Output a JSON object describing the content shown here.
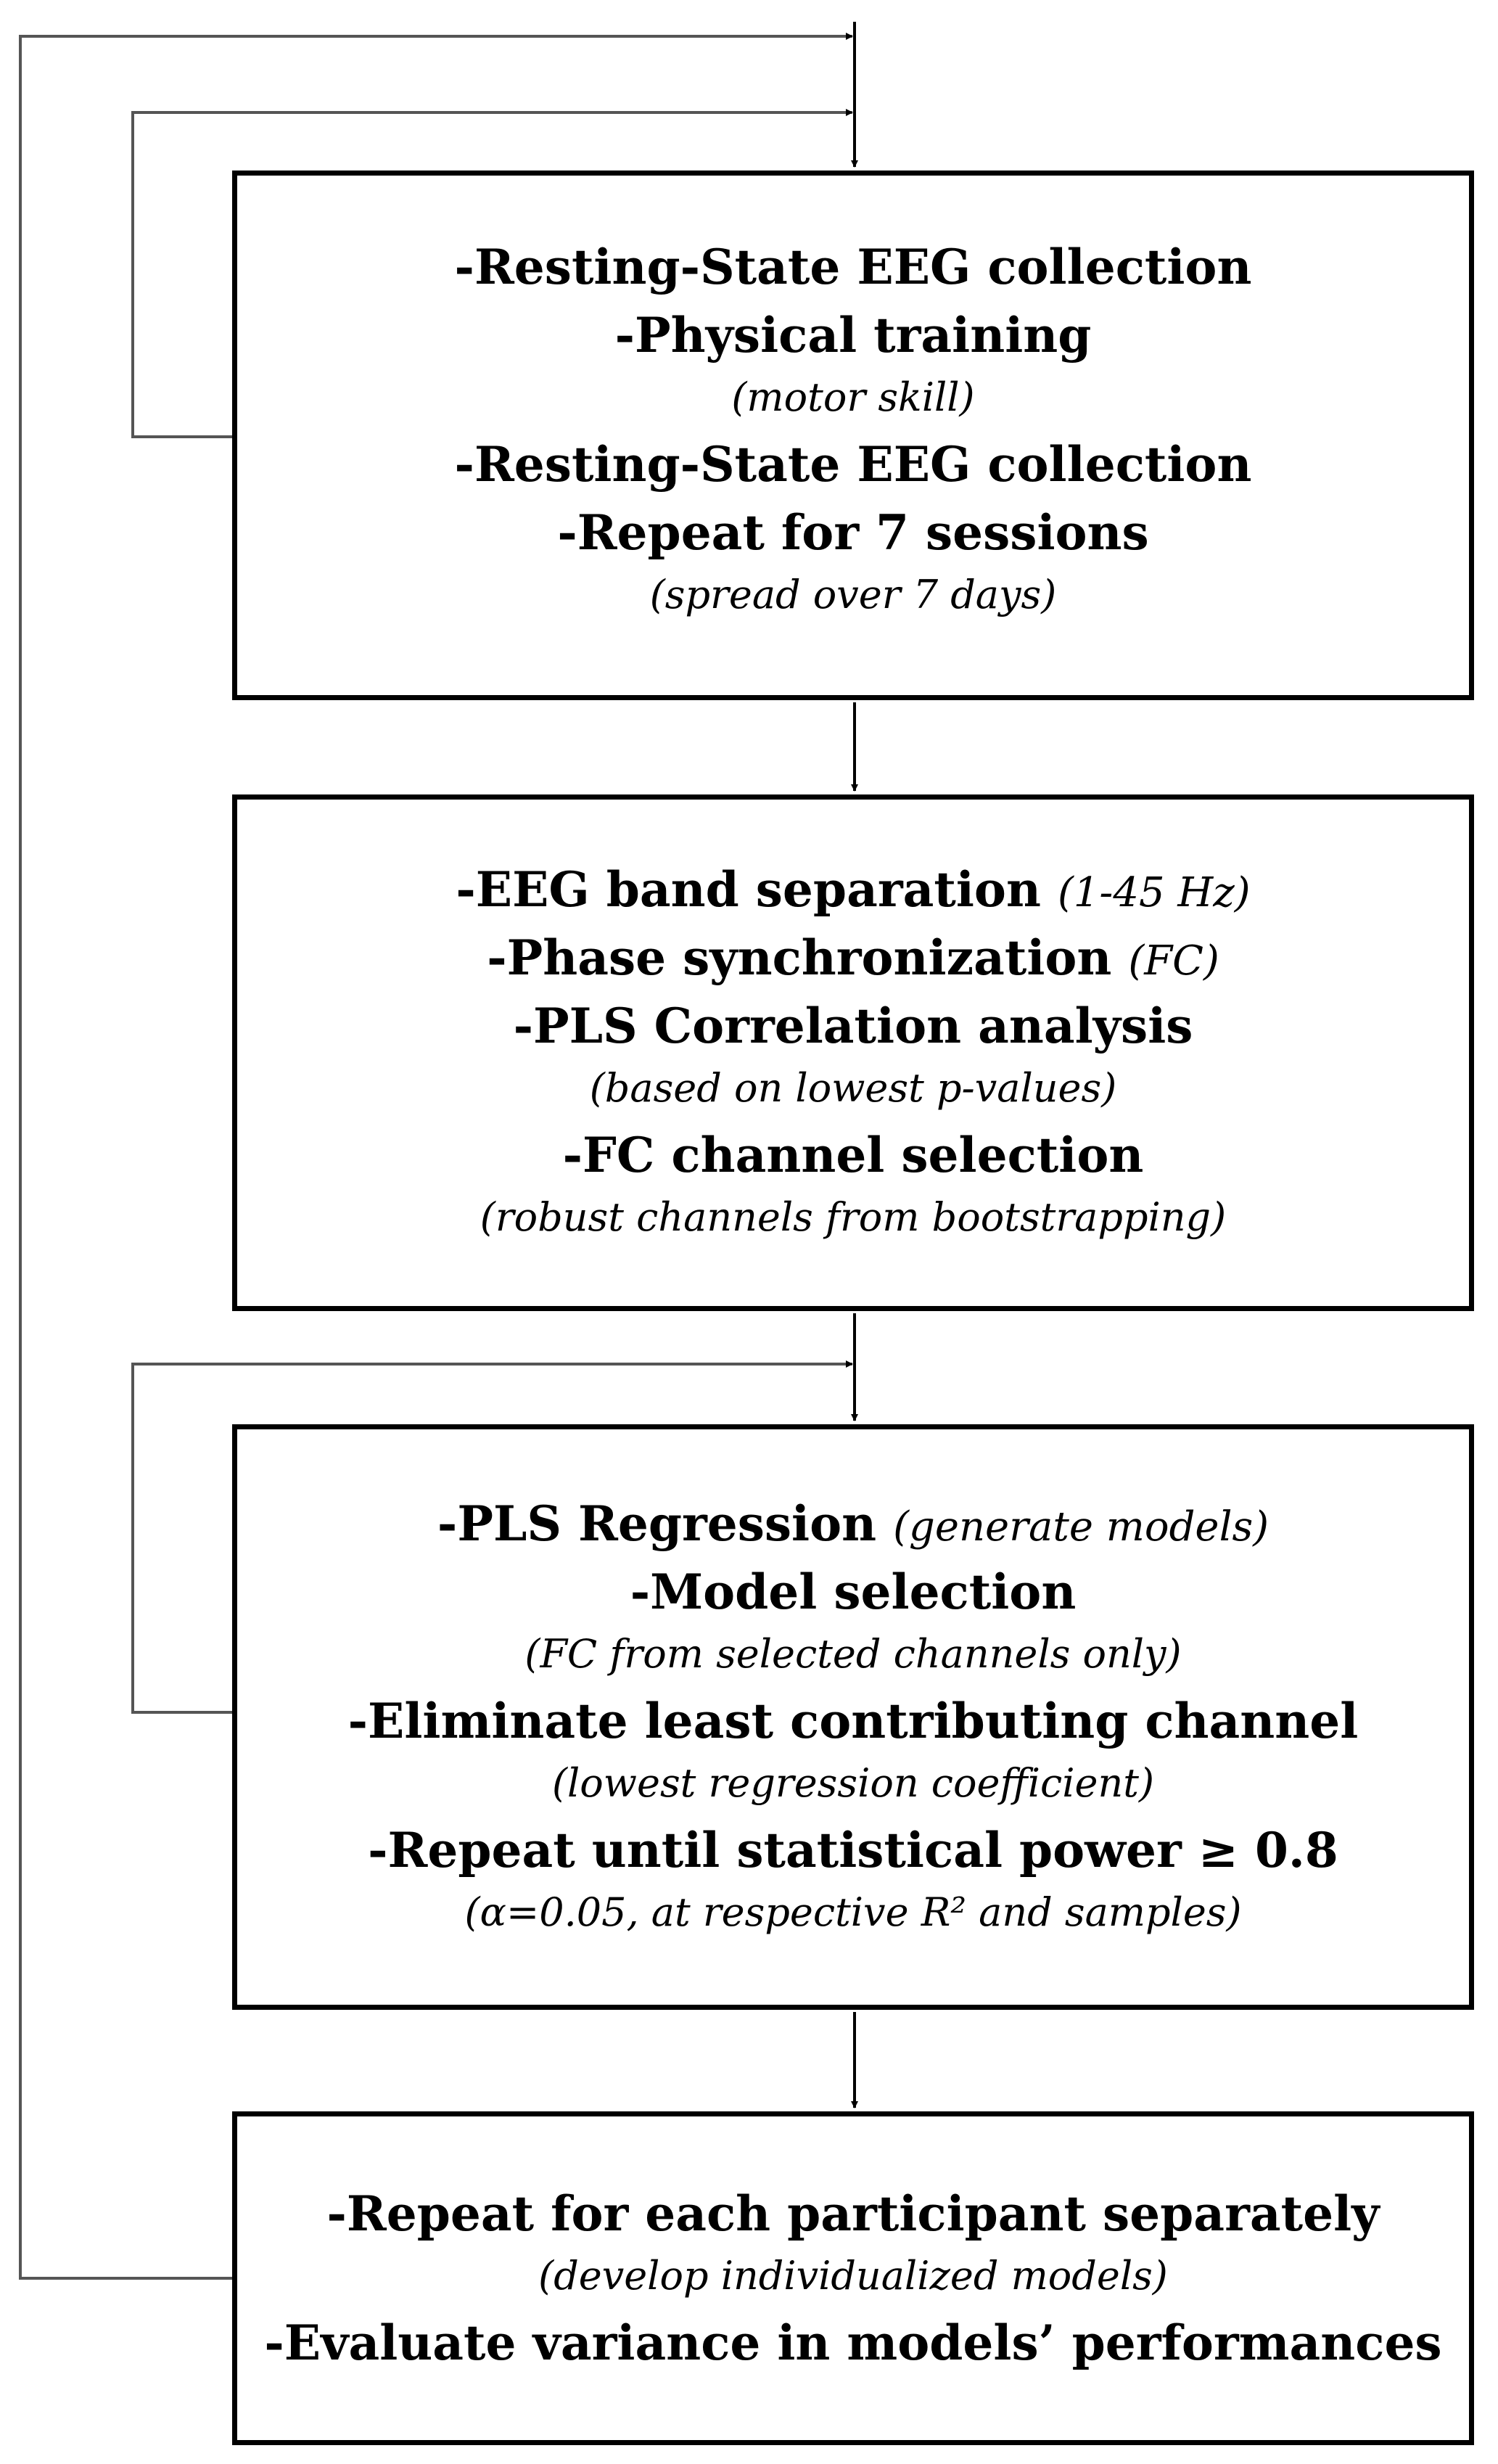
{
  "boxes": [
    {
      "lines": [
        {
          "text": "-Resting-State EEG collection"
        },
        {
          "text": "-Physical training"
        },
        {
          "note": "(motor skill)"
        },
        {
          "text": "-Resting-State EEG collection"
        },
        {
          "text": "-Repeat for 7 sessions"
        },
        {
          "note": "(spread over 7 days)"
        }
      ]
    },
    {
      "lines": [
        {
          "text": "-EEG band separation",
          "inline_note": "(1-45 Hz)"
        },
        {
          "text": "-Phase synchronization",
          "inline_note": "(FC)"
        },
        {
          "text": "-PLS Correlation analysis"
        },
        {
          "note": "(based on lowest p-values)"
        },
        {
          "text": "-FC channel selection"
        },
        {
          "note": "(robust channels from bootstrapping)"
        }
      ]
    },
    {
      "lines": [
        {
          "text": "-PLS Regression",
          "inline_note": "(generate models)"
        },
        {
          "text": "-Model selection"
        },
        {
          "note": "(FC from selected channels only)"
        },
        {
          "text": "-Eliminate least contributing channel"
        },
        {
          "note": "(lowest regression  coefficient)"
        },
        {
          "text": "-Repeat until statistical power ≥ 0.8"
        },
        {
          "note": "(α=0.05, at respective R² and samples)"
        }
      ]
    },
    {
      "lines": [
        {
          "text": "-Repeat for each participant separately"
        },
        {
          "note": "(develop individualized models)"
        },
        {
          "text": "-Evaluate variance in models’ performances"
        }
      ]
    }
  ]
}
